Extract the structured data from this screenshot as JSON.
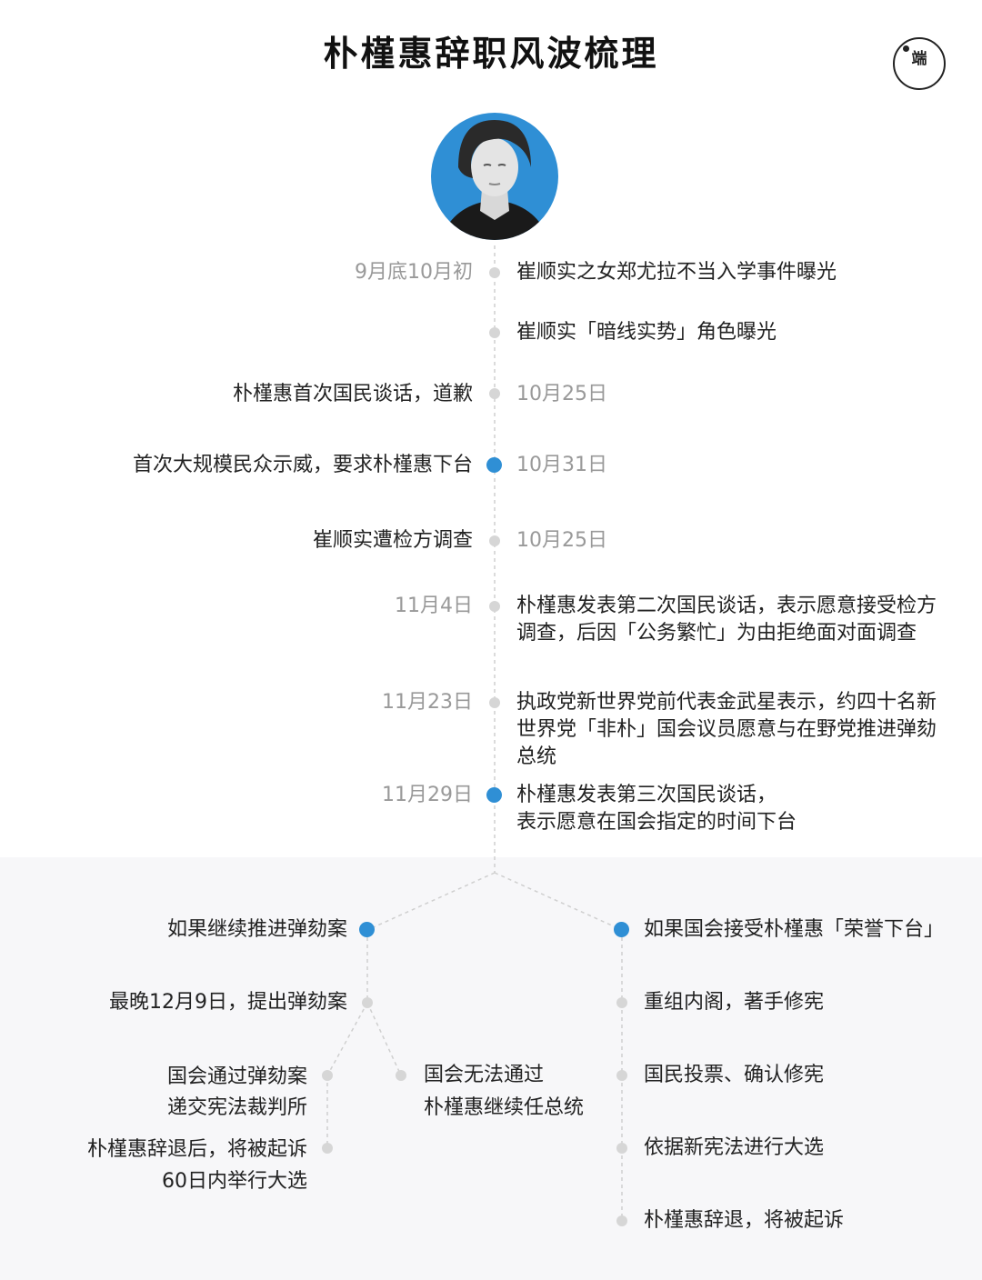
{
  "title": "朴槿惠辞职风波梳理",
  "logo": {
    "text": "端",
    "icon": "logo-circle-icon"
  },
  "avatar": {
    "icon": "person-portrait-icon",
    "bg_color": "#2f8fd5"
  },
  "colors": {
    "accent": "#2f8fd5",
    "dot_gray": "#d6d6d6",
    "date_gray": "#999999",
    "bottom_bg": "#f7f7f9"
  },
  "timeline": [
    {
      "date": "9月底10月初",
      "event": "崔顺实之女郑尤拉不当入学事件曝光"
    },
    {
      "event": "崔顺实「暗线实势」角色曝光"
    },
    {
      "date": "10月25日",
      "event": "朴槿惠首次国民谈话，道歉"
    },
    {
      "date": "10月31日",
      "event": "首次大规模民众示威，要求朴槿惠下台"
    },
    {
      "date": "10月25日",
      "event": "崔顺实遭检方调查"
    },
    {
      "date": "11月4日",
      "event": "朴槿惠发表第二次国民谈话，表示愿意接受检方调查，后因「公务繁忙」为由拒绝面对面调查"
    },
    {
      "date": "11月23日",
      "event": "执政党新世界党前代表金武星表示，约四十名新世界党「非朴」国会议员愿意与在野党推进弹劾总统"
    },
    {
      "date": "11月29日",
      "event": "朴槿惠发表第三次国民谈话，",
      "event2": "表示愿意在国会指定的时间下台"
    }
  ],
  "left_branch": {
    "title": "如果继续推进弹劾案",
    "step1": "最晚12月9日，提出弹劾案",
    "pass_1": "国会通过弹劾案",
    "pass_2": "递交宪法裁判所",
    "fail_1": "国会无法通过",
    "fail_2": "朴槿惠继续任总统",
    "after_1": "朴槿惠辞退后，将被起诉",
    "after_2": "60日内举行大选"
  },
  "right_branch": {
    "title": "如果国会接受朴槿惠「荣誉下台」",
    "steps": [
      "重组内阁，著手修宪",
      "国民投票、确认修宪",
      "依据新宪法进行大选",
      "朴槿惠辞退，将被起诉"
    ]
  }
}
